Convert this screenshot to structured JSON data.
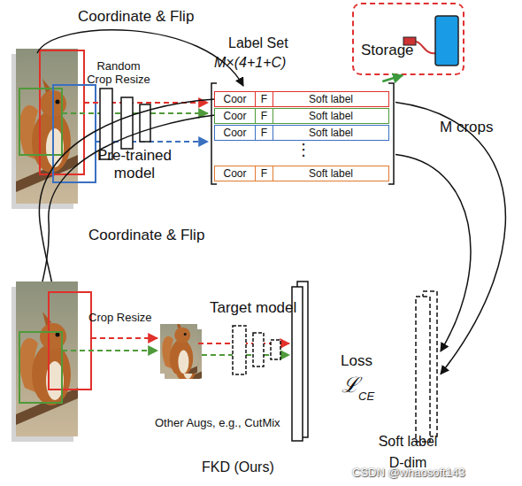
{
  "diagram": {
    "nodes": [
      {
        "text": [
          "Label Set",
          "M×(4+1+C)"
        ]
      },
      {
        "text": [
          "Coor"
        ],
        "in": 0
      },
      {
        "text": [
          "F"
        ],
        "in": 0
      },
      {
        "text": [
          "Soft label"
        ],
        "in": 0
      },
      {
        "text": [
          "Coor"
        ],
        "in": 0
      },
      {
        "text": [
          "F"
        ],
        "in": 0
      },
      {
        "text": [
          "Soft label"
        ],
        "in": 0
      },
      {
        "text": [
          "Coor"
        ],
        "in": 0
      },
      {
        "text": [
          "F"
        ],
        "in": 0
      },
      {
        "text": [
          "Soft label"
        ],
        "in": 0
      },
      {
        "text": [
          "Coor"
        ],
        "in": 0
      },
      {
        "text": [
          "F"
        ],
        "in": 0
      },
      {
        "text": [
          "Soft label"
        ],
        "in": 0
      },
      {
        "text": [
          "Storage"
        ]
      },
      {
        "text": [
          "Soft label",
          "D-dim"
        ]
      }
    ],
    "edges": [
      {
        "from": 0,
        "to": 13,
        "arrow": "to"
      },
      {
        "from": 0,
        "to": 14,
        "arrow": "to",
        "label": "M crops"
      },
      {
        "from": 0,
        "to": 14,
        "arrow": "to"
      }
    ],
    "labels": [
      "Coordinate & Flip",
      "Random Crop Resize",
      "Pre-trained model",
      "⋮",
      "Coordinate & Flip",
      "Crop Resize",
      "Target model",
      "Other Augs, e.g., CutMix",
      "Loss",
      "ℒ",
      "CE",
      "FKD (Ours)",
      "CSDN @whaosoft143"
    ]
  }
}
